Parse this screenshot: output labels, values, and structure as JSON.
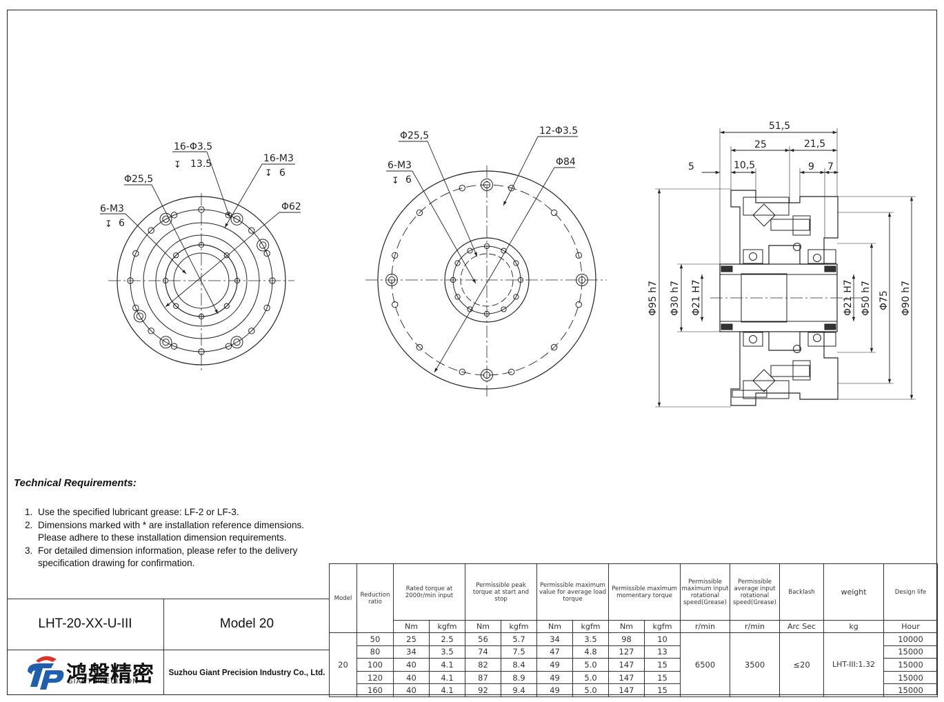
{
  "requirements": {
    "title": "Technical Requirements:",
    "items": [
      {
        "num": "1.",
        "text": "Use the specified lubricant grease: LF-2 or LF-3."
      },
      {
        "num": "2.",
        "text": "Dimensions marked with * are installation reference dimensions. Please adhere to these installation dimension requirements."
      },
      {
        "num": "3.",
        "text": "For detailed dimension information, please refer to the delivery specification drawing for confirmation."
      }
    ]
  },
  "title_block": {
    "part_number": "LHT-20-XX-U-III",
    "model_name": "Model 20",
    "company": "Suzhou Giant Precision Industry Co., Ltd.",
    "logo_cn": "鸿磐精密",
    "logo_en": "GIANT PRECISION",
    "logo_colors": {
      "red": "#e03127",
      "blue": "#1f5fae"
    }
  },
  "view1_labels": {
    "holes_a": "16-Φ3.5",
    "holes_a_depth": "13.5",
    "thread_a": "16-M3",
    "thread_a_depth": "6",
    "dia_a": "Φ25,5",
    "thread_b": "6-M3",
    "thread_b_depth": "6",
    "dia_b": "Φ62"
  },
  "view2_labels": {
    "dia_a": "Φ25,5",
    "holes": "12-Φ3.5",
    "thread": "6-M3",
    "thread_depth": "6",
    "dia_b": "Φ84"
  },
  "view3_labels": {
    "len_total": "51,5",
    "len_25": "25",
    "len_215": "21,5",
    "len_5": "5",
    "len_105": "10,5",
    "len_9": "9",
    "len_7": "7",
    "d95": "Φ95 h7",
    "d30": "Φ30 h7",
    "d21a": "Φ21 H7",
    "d21b": "Φ21 H7",
    "d50": "Φ50 h7",
    "d75": "Φ75",
    "d90": "Φ90 h7"
  },
  "spec_table": {
    "headers": {
      "model": "Model",
      "ratio": "Reduction ratio",
      "rated": "Rated torque at 2000r/min input",
      "peak": "Permissible peak torque at start and stop",
      "avg": "Permissible maximum value for average load torque",
      "momentary": "Permissible maximum momentary torque",
      "max_speed": "Permissible maximum input rotational speed(Grease)",
      "avg_speed": "Permissible average input rotational speed(Grease)",
      "backlash": "Backlash",
      "weight": "weight",
      "life": "Design life"
    },
    "units": {
      "nm1": "Nm",
      "kgfm1": "kgfm",
      "nm2": "Nm",
      "kgfm2": "kgfm",
      "nm3": "Nm",
      "kgfm3": "kgfm",
      "nm4": "Nm",
      "kgfm4": "kgfm",
      "rpm1": "r/min",
      "rpm2": "r/min",
      "arcsec": "Arc Sec",
      "kg": "kg",
      "hour": "Hour"
    },
    "model": "20",
    "max_speed": "6500",
    "avg_speed": "3500",
    "backlash": "≤20",
    "weight": "LHT-III:1.32",
    "rows": [
      {
        "ratio": "50",
        "rated_nm": "25",
        "rated_kgfm": "2.5",
        "peak_nm": "56",
        "peak_kgfm": "5.7",
        "avg_nm": "34",
        "avg_kgfm": "3.5",
        "mom_nm": "98",
        "mom_kgfm": "10",
        "life": "10000"
      },
      {
        "ratio": "80",
        "rated_nm": "34",
        "rated_kgfm": "3.5",
        "peak_nm": "74",
        "peak_kgfm": "7.5",
        "avg_nm": "47",
        "avg_kgfm": "4.8",
        "mom_nm": "127",
        "mom_kgfm": "13",
        "life": "15000"
      },
      {
        "ratio": "100",
        "rated_nm": "40",
        "rated_kgfm": "4.1",
        "peak_nm": "82",
        "peak_kgfm": "8.4",
        "avg_nm": "49",
        "avg_kgfm": "5.0",
        "mom_nm": "147",
        "mom_kgfm": "15",
        "life": "15000"
      },
      {
        "ratio": "120",
        "rated_nm": "40",
        "rated_kgfm": "4.1",
        "peak_nm": "87",
        "peak_kgfm": "8.9",
        "avg_nm": "49",
        "avg_kgfm": "5.0",
        "mom_nm": "147",
        "mom_kgfm": "15",
        "life": "15000"
      },
      {
        "ratio": "160",
        "rated_nm": "40",
        "rated_kgfm": "4.1",
        "peak_nm": "92",
        "peak_kgfm": "9.4",
        "avg_nm": "49",
        "avg_kgfm": "5.0",
        "mom_nm": "147",
        "mom_kgfm": "15",
        "life": "15000"
      }
    ]
  }
}
